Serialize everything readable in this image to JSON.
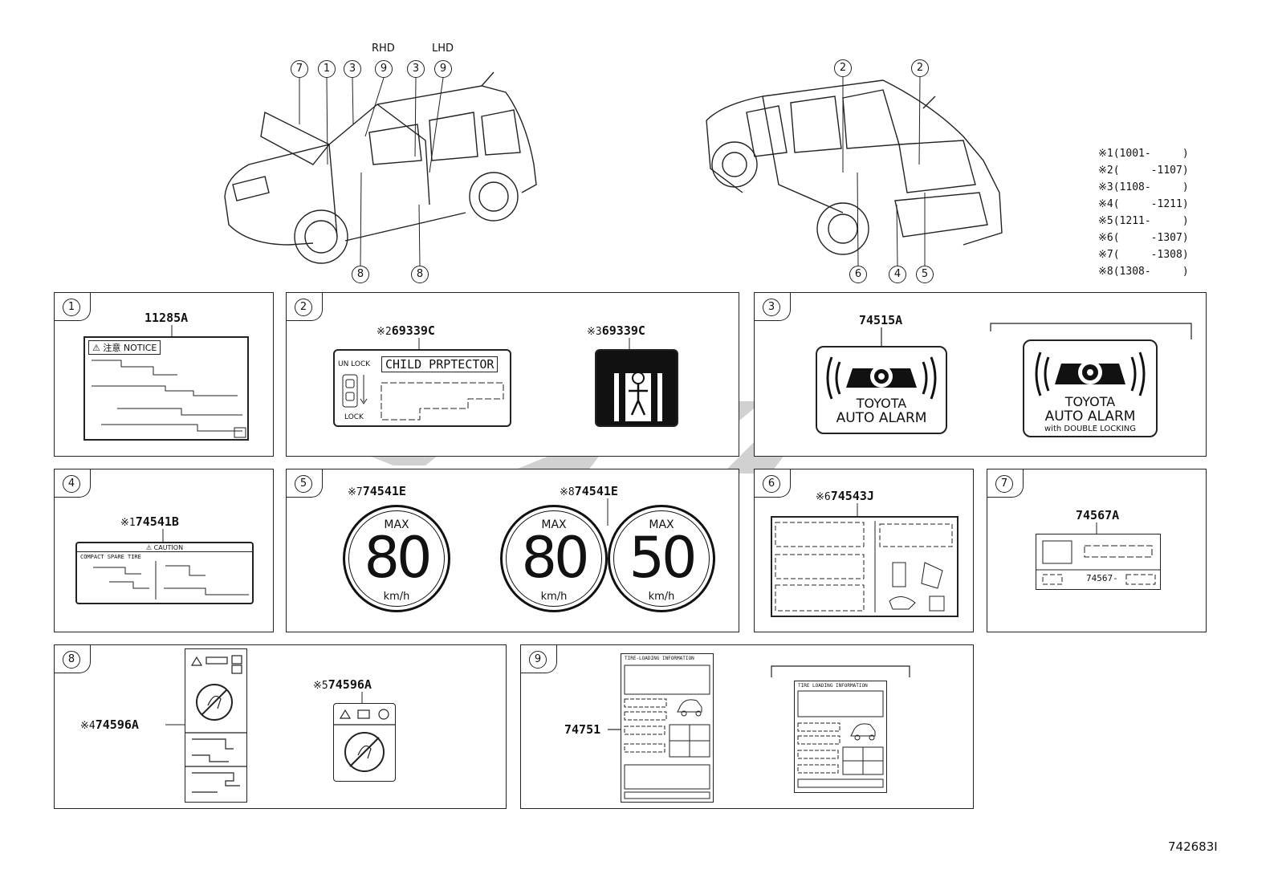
{
  "diagram_id": "742683I",
  "overview": {
    "rhd": "RHD",
    "lhd": "LHD",
    "front_callouts": [
      "7",
      "1",
      "3",
      "9",
      "3",
      "9",
      "8",
      "8"
    ],
    "rear_callouts": [
      "2",
      "2",
      "6",
      "4",
      "5"
    ]
  },
  "notes": [
    "※1(1001-     )",
    "※2(     -1107)",
    "※3(1108-     )",
    "※4(     -1211)",
    "※5(1211-     )",
    "※6(     -1307)",
    "※7(     -1308)",
    "※8(1308-     )"
  ],
  "panels": {
    "p1": {
      "index": "1",
      "part": "11285A",
      "notice": "⚠ 注意 NOTICE"
    },
    "p2": {
      "index": "2",
      "part_a_mark": "※2",
      "part_a": "69339C",
      "part_b_mark": "※3",
      "part_b": "69339C",
      "unlock": "UN LOCK",
      "lock": "LOCK",
      "child": "CHILD PRPTECTOR"
    },
    "p3": {
      "index": "3",
      "part": "74515A",
      "toyota": "TOYOTA",
      "alarm": "AUTO ALARM",
      "toyota_b": "TOYOTA",
      "alarm_b": "AUTO ALARM",
      "double": "with DOUBLE LOCKING"
    },
    "p4": {
      "index": "4",
      "part_mark": "※1",
      "part": "74541B",
      "caution": "⚠ CAUTION",
      "spare": "COMPACT SPARE TIRE"
    },
    "p5": {
      "index": "5",
      "part_a_mark": "※7",
      "part_a": "74541E",
      "part_b_mark": "※8",
      "part_b": "74541E",
      "max": "MAX",
      "kmh": "km/h",
      "v80": "80",
      "v80b": "80",
      "v50": "50"
    },
    "p6": {
      "index": "6",
      "part_mark": "※6",
      "part": "74543J"
    },
    "p7": {
      "index": "7",
      "part": "74567A",
      "small": "74567-"
    },
    "p8": {
      "index": "8",
      "part_a_mark": "※4",
      "part_a": "74596A",
      "part_b_mark": "※5",
      "part_b": "74596A"
    },
    "p9": {
      "index": "9",
      "part": "74751",
      "tire_info": "TIRE-LOADING INFORMATION",
      "tire_info_b": "TIRE LOADING INFORMATION"
    }
  }
}
